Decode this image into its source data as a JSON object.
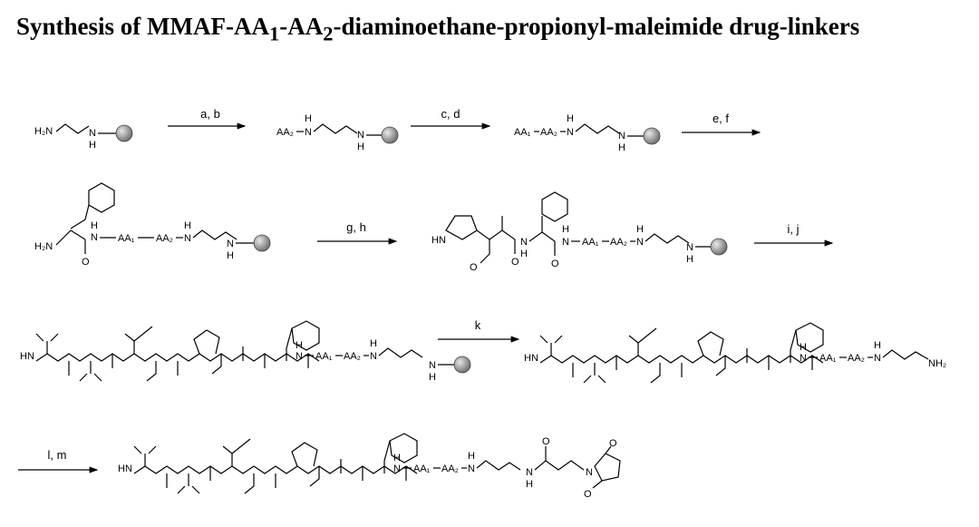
{
  "title": {
    "prefix": "Synthesis of MMAF-AA",
    "sub1": "1",
    "mid": "-AA",
    "sub2": "2",
    "suffix": "-diaminoethane-propionyl-maleimide drug-linkers"
  },
  "reagents": {
    "r1": "a, b",
    "r2": "c, d",
    "r3": "e, f",
    "r4": "g, h",
    "r5": "i, j",
    "r6": "k",
    "r7": "l, m"
  },
  "atoms": {
    "h2n": "H₂N",
    "nh2": "NH₂",
    "n": "N",
    "h": "H",
    "hn": "HN",
    "o": "O",
    "aa1": "AA₁",
    "aa2": "AA₂"
  },
  "colors": {
    "resin": "#9a9a9a",
    "ink": "#000000"
  }
}
